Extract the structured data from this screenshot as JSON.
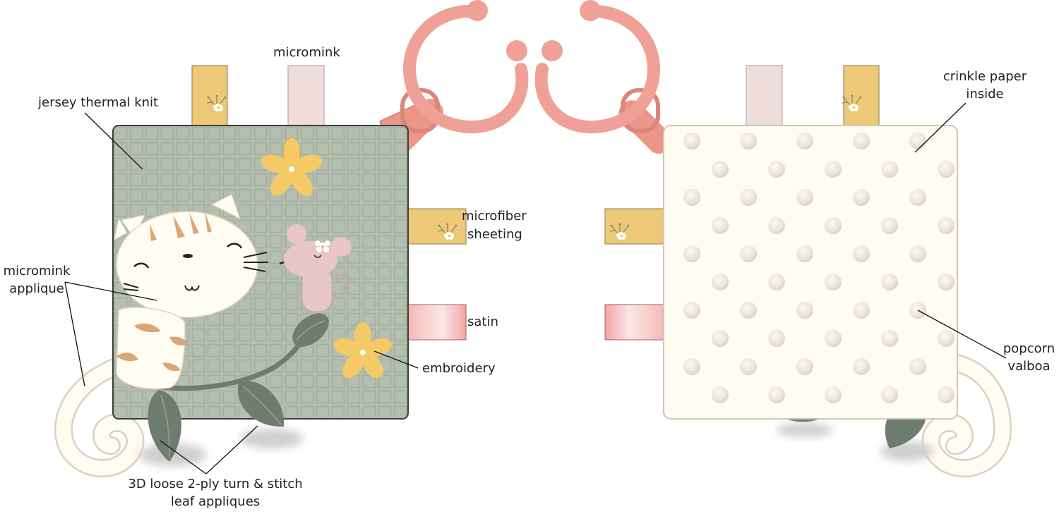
{
  "colors": {
    "jersey_green": "#b5bfb0",
    "grid_line": "#a7b1a2",
    "tag_yellow": "#edc977",
    "tag_pink_light": "#f1dcdc",
    "satin_pink": "#f3a3a4",
    "ring_pink": "#f0a197",
    "cat_white": "#fffcf1",
    "cat_stripe": "#d8a774",
    "mouse_pink": "#e8c7c6",
    "flower_yellow": "#f4c966",
    "leaf_green": "#6f7d70",
    "minky_cream": "#fffcf1",
    "dot": "#e4e0d4",
    "line": "#111111"
  },
  "icons": [
    "ring-link-icon",
    "kitten-applique-icon",
    "mouse-applique-icon",
    "flower-embroidery-icon",
    "leaf-applique-icon",
    "tail-swirl-icon",
    "popcorn-dot-icon"
  ],
  "labels": {
    "micromink_tag": "micromink",
    "jersey": "jersey thermal knit",
    "microfiber_line1": "microfiber",
    "microfiber_line2": "sheeting",
    "satin": "satin",
    "micromink_applique_line1": "micromink",
    "micromink_applique_line2": "applique",
    "embroidery": "embroidery",
    "leaf_line1": "3D loose 2-ply turn & stitch",
    "leaf_line2": "leaf appliques",
    "crinkle_line1": "crinkle paper",
    "crinkle_line2": "inside",
    "popcorn_line1": "popcorn",
    "popcorn_line2": "valboa"
  }
}
